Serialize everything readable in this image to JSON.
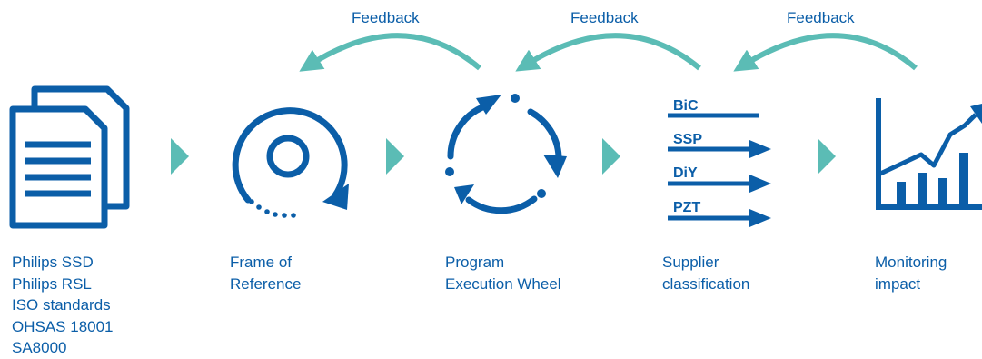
{
  "colors": {
    "primary": "#0b5ea8",
    "accent": "#5bbcb5"
  },
  "feedback": [
    {
      "label": "Feedback"
    },
    {
      "label": "Feedback"
    },
    {
      "label": "Feedback"
    }
  ],
  "steps": [
    {
      "icon": "documents-icon",
      "lines": [
        "Philips SSD",
        "Philips RSL",
        "ISO standards",
        "OHSAS 18001",
        "SA8000"
      ]
    },
    {
      "icon": "target-cycle-icon",
      "lines": [
        "Frame of",
        "Reference"
      ]
    },
    {
      "icon": "cycle-arrows-icon",
      "lines": [
        "Program",
        "Execution Wheel"
      ]
    },
    {
      "icon": "classification-arrows-icon",
      "lines": [
        "Supplier",
        "classification"
      ]
    },
    {
      "icon": "growth-chart-icon",
      "lines": [
        "Monitoring",
        "impact"
      ]
    }
  ],
  "classification_tags": [
    "BiC",
    "SSP",
    "DiY",
    "PZT"
  ]
}
